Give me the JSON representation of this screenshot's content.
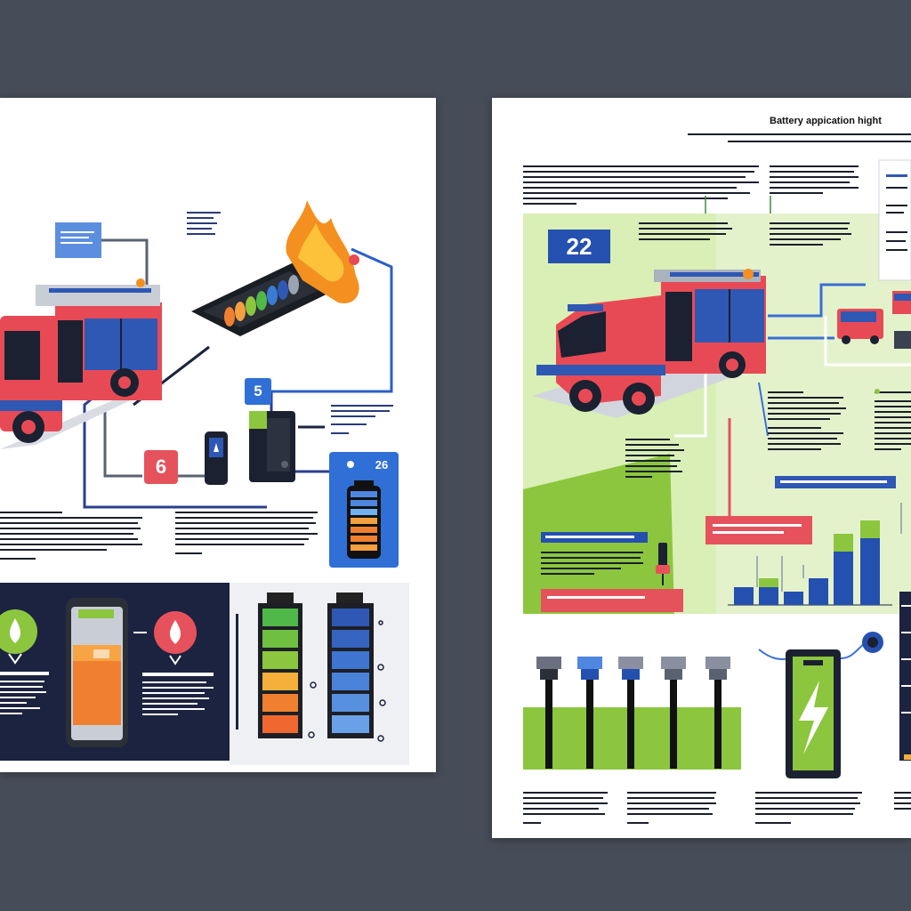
{
  "left_page": {
    "badges": [
      "6",
      "5"
    ],
    "counter_label": "26"
  },
  "right_page": {
    "title": "Battery appication hight",
    "badge_value": "22"
  },
  "colors": {
    "background": "#474d58",
    "navy": "#1c2340",
    "fire_red": "#e84a55",
    "truck_blue": "#2f57b4",
    "green": "#8cc63e",
    "pale_green": "#d9efb5",
    "battery_orange": "#f08030",
    "badge_red": "#e6525b",
    "badge_blue": "#2f6fd6"
  },
  "icons": [
    "fire-truck-icon",
    "flame-icon",
    "battery-tray-icon",
    "battery-icon",
    "shield-bolt-icon",
    "charging-plug-icon",
    "lightning-icon"
  ]
}
